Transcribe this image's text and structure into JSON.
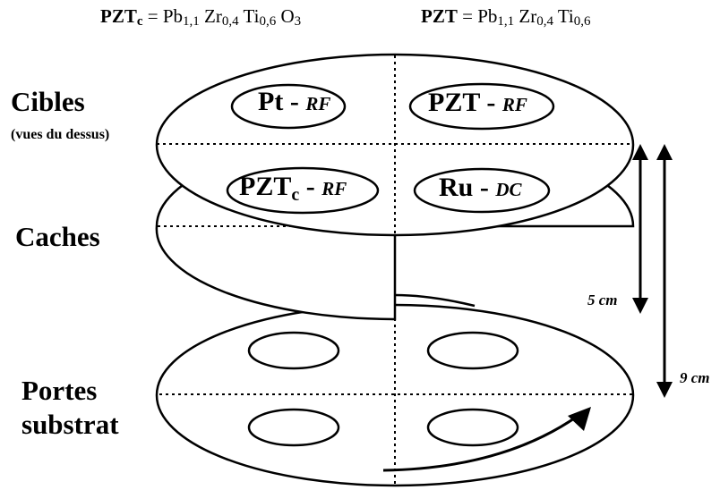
{
  "formulas": {
    "pztc": {
      "symbol": "PZT",
      "symbol_sub": "c",
      "rhs_el1": "Pb",
      "rhs_n1": "1,1",
      "rhs_el2": "Zr",
      "rhs_n2": "0,4",
      "rhs_el3": "Ti",
      "rhs_n3": "0,6",
      "rhs_el4": "O",
      "rhs_n4": "3"
    },
    "pzt": {
      "symbol": "PZT",
      "rhs_el1": "Pb",
      "rhs_n1": "1,1",
      "rhs_el2": "Zr",
      "rhs_n2": "0,4",
      "rhs_el3": "Ti",
      "rhs_n3": "0,6"
    }
  },
  "labels": {
    "cibles": "Cibles",
    "cibles_sub": "(vues du dessus)",
    "caches": "Caches",
    "portes_1": "Portes",
    "portes_2": "substrat"
  },
  "targets": {
    "pt": {
      "name": "Pt",
      "sep": " - ",
      "mode": "RF"
    },
    "pzt": {
      "name": "PZT",
      "sep": " - ",
      "mode": "RF"
    },
    "pztc": {
      "name": "PZT",
      "name_sub": "c",
      "sep": " - ",
      "mode": "RF"
    },
    "ru": {
      "name": "Ru",
      "sep": " - ",
      "mode": "DC"
    }
  },
  "dimensions": {
    "short": "5 cm",
    "long": "9 cm"
  }
}
